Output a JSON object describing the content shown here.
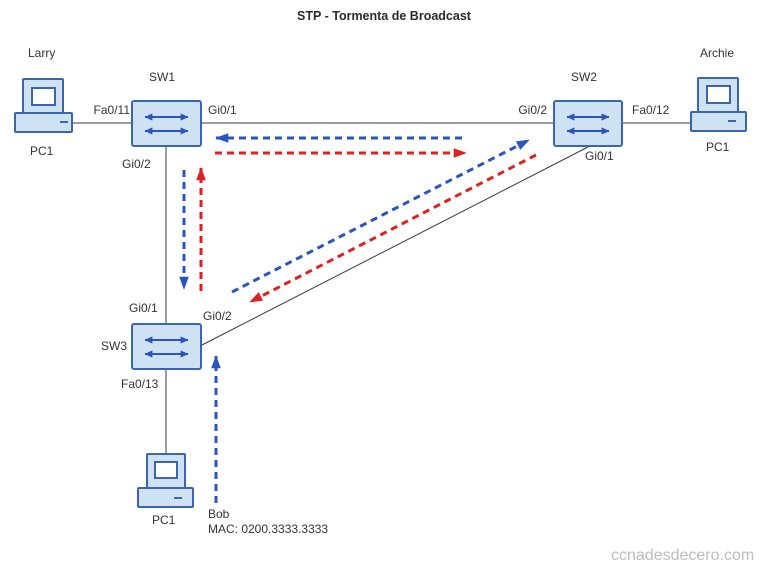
{
  "title": "STP - Tormenta de Broadcast",
  "watermark": "ccnadesdecero.com",
  "colors": {
    "node_fill": "#cfe2f3",
    "node_border": "#3a66b0",
    "arrow_blue": "#2a55c0",
    "arrow_red": "#e02020",
    "link": "#3a3a3a",
    "text": "#333333",
    "watermark": "#bdbdbd"
  },
  "hosts": {
    "larry": {
      "name": "Larry",
      "device": "PC1"
    },
    "archie": {
      "name": "Archie",
      "device": "PC1"
    },
    "bob": {
      "name": "Bob",
      "device": "PC1",
      "mac": "MAC: 0200.3333.3333"
    }
  },
  "switches": {
    "sw1": {
      "label": "SW1",
      "port_left": "Fa0/11",
      "port_right": "Gi0/1",
      "port_bottom": "Gi0/2"
    },
    "sw2": {
      "label": "SW2",
      "port_left": "Gi0/2",
      "port_right": "Fa0/12",
      "port_bottom": "Gi0/1"
    },
    "sw3": {
      "label": "SW3",
      "port_top": "Gi0/1",
      "port_right": "Gi0/2",
      "port_bottom": "Fa0/13"
    }
  }
}
